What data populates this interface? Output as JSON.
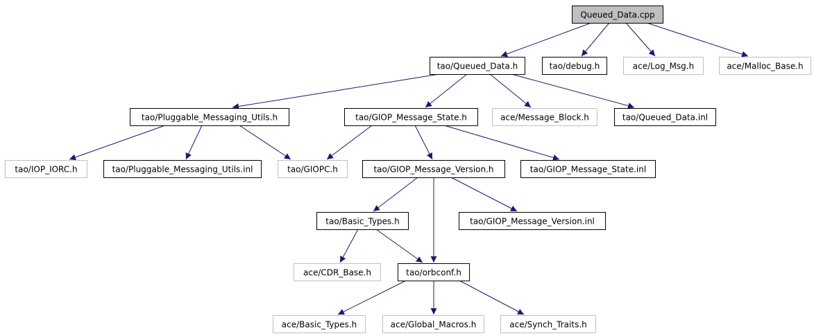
{
  "colors": {
    "edge": "#191970",
    "node_border_normal": "#000000",
    "node_border_external": "#bfbfbf",
    "root_fill": "#bfbfbf",
    "text": "#000000"
  },
  "nodes": [
    {
      "id": "n0",
      "label": "Queued_Data.cpp",
      "style": "root"
    },
    {
      "id": "n1",
      "label": "tao/Queued_Data.h",
      "style": "normal"
    },
    {
      "id": "n2",
      "label": "tao/debug.h",
      "style": "normal"
    },
    {
      "id": "n3",
      "label": "ace/Log_Msg.h",
      "style": "external"
    },
    {
      "id": "n4",
      "label": "ace/Malloc_Base.h",
      "style": "external"
    },
    {
      "id": "n5",
      "label": "tao/Pluggable_Messaging_Utils.h",
      "style": "normal"
    },
    {
      "id": "n6",
      "label": "tao/GIOP_Message_State.h",
      "style": "normal"
    },
    {
      "id": "n7",
      "label": "ace/Message_Block.h",
      "style": "external"
    },
    {
      "id": "n8",
      "label": "tao/Queued_Data.inl",
      "style": "normal"
    },
    {
      "id": "n9",
      "label": "tao/IOP_IORC.h",
      "style": "external"
    },
    {
      "id": "n10",
      "label": "tao/Pluggable_Messaging_Utils.inl",
      "style": "normal"
    },
    {
      "id": "n11",
      "label": "tao/GIOPC.h",
      "style": "external"
    },
    {
      "id": "n12",
      "label": "tao/GIOP_Message_Version.h",
      "style": "normal"
    },
    {
      "id": "n13",
      "label": "tao/GIOP_Message_State.inl",
      "style": "normal"
    },
    {
      "id": "n14",
      "label": "tao/Basic_Types.h",
      "style": "normal"
    },
    {
      "id": "n15",
      "label": "tao/GIOP_Message_Version.inl",
      "style": "normal"
    },
    {
      "id": "n16",
      "label": "ace/CDR_Base.h",
      "style": "external"
    },
    {
      "id": "n17",
      "label": "tao/orbconf.h",
      "style": "normal"
    },
    {
      "id": "n18",
      "label": "ace/Basic_Types.h",
      "style": "external"
    },
    {
      "id": "n19",
      "label": "ace/Global_Macros.h",
      "style": "external"
    },
    {
      "id": "n20",
      "label": "ace/Synch_Traits.h",
      "style": "external"
    }
  ],
  "edges": [
    {
      "from": "n0",
      "to": "n1"
    },
    {
      "from": "n0",
      "to": "n2"
    },
    {
      "from": "n0",
      "to": "n3"
    },
    {
      "from": "n0",
      "to": "n4"
    },
    {
      "from": "n1",
      "to": "n5"
    },
    {
      "from": "n1",
      "to": "n6"
    },
    {
      "from": "n1",
      "to": "n7"
    },
    {
      "from": "n1",
      "to": "n8"
    },
    {
      "from": "n5",
      "to": "n9"
    },
    {
      "from": "n5",
      "to": "n10"
    },
    {
      "from": "n5",
      "to": "n11"
    },
    {
      "from": "n6",
      "to": "n11"
    },
    {
      "from": "n6",
      "to": "n12"
    },
    {
      "from": "n6",
      "to": "n13"
    },
    {
      "from": "n12",
      "to": "n14"
    },
    {
      "from": "n12",
      "to": "n15"
    },
    {
      "from": "n12",
      "to": "n17"
    },
    {
      "from": "n14",
      "to": "n16"
    },
    {
      "from": "n14",
      "to": "n17"
    },
    {
      "from": "n17",
      "to": "n18"
    },
    {
      "from": "n17",
      "to": "n19"
    },
    {
      "from": "n17",
      "to": "n20"
    }
  ]
}
